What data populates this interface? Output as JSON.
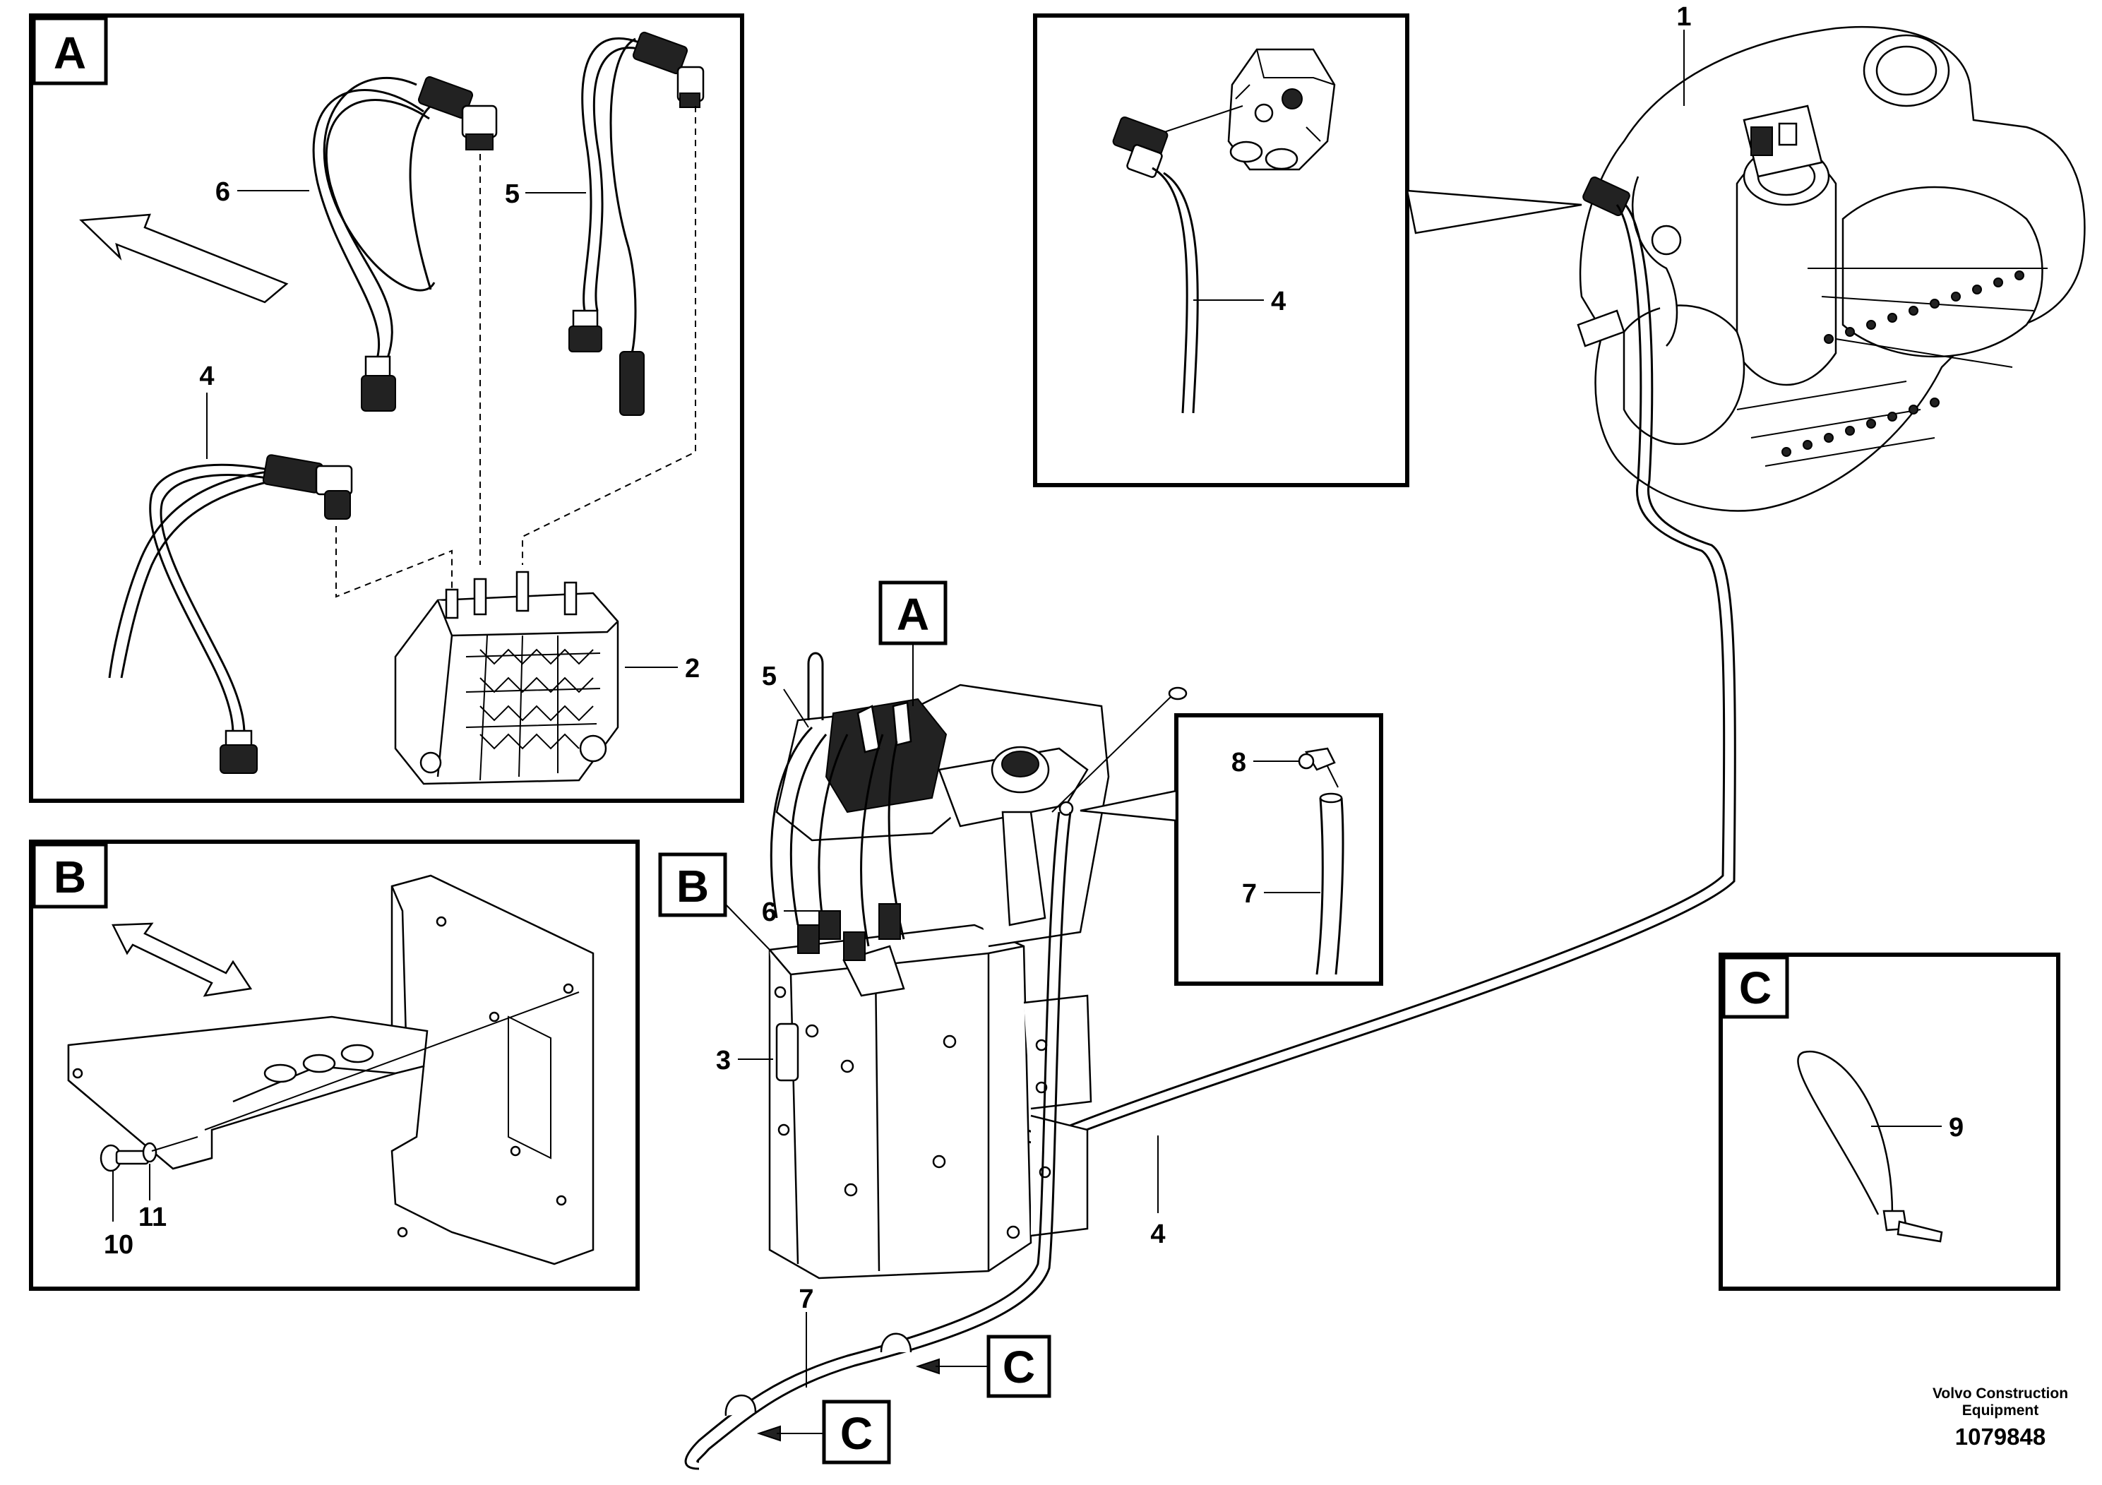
{
  "views": {
    "a": "A",
    "b": "B",
    "c": "C"
  },
  "callouts": {
    "n1": "1",
    "n2": "2",
    "n3": "3",
    "n4": "4",
    "n5": "5",
    "n6": "6",
    "n7": "7",
    "n8": "8",
    "n9": "9",
    "n10": "10",
    "n11": "11"
  },
  "footer": {
    "credit_line1": "Volvo Construction",
    "credit_line2": "Equipment",
    "doc_number": "1079848"
  }
}
